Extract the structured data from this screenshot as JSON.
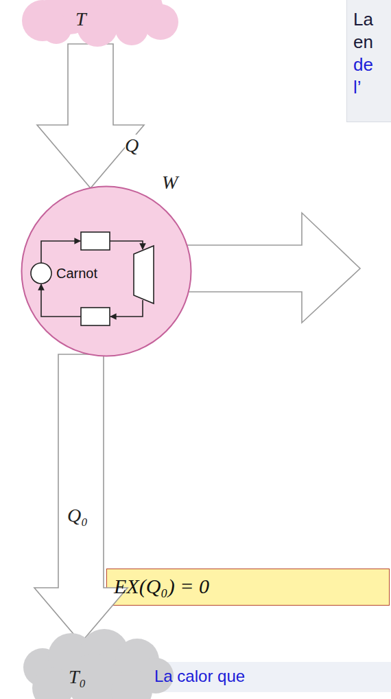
{
  "diagram": {
    "nodes": [
      {
        "text": [
          "T"
        ]
      },
      {
        "text": [
          "Carnot"
        ]
      },
      {
        "text": [
          "T₀"
        ]
      }
    ],
    "edges": [
      {
        "from": 0,
        "to": 1,
        "arrow": "to",
        "label": "Q"
      },
      {
        "from": 1,
        "to": 2,
        "arrow": "to",
        "label": "Q₀"
      }
    ],
    "labels": [
      "W",
      "La",
      "en",
      "de",
      "l’",
      "EX(Q₀) = 0",
      "La calor que"
    ]
  }
}
